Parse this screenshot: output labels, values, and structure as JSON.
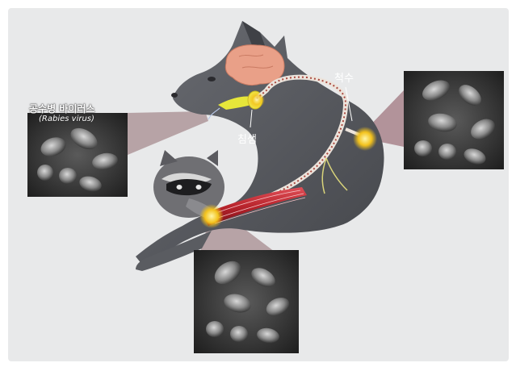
{
  "labels": {
    "virus_name_ko": "공수병 바이러스",
    "virus_name_latin": "(Rabies virus)",
    "salivary_gland": "침샘",
    "spinal_cord": "척수"
  },
  "colors": {
    "background": "#e8e9ea",
    "dog_body": "#56585e",
    "brain": "#e9a088",
    "muscle": "#b8242c",
    "infection_site": "#f3c21c",
    "nerve_path": "#a9483f"
  }
}
